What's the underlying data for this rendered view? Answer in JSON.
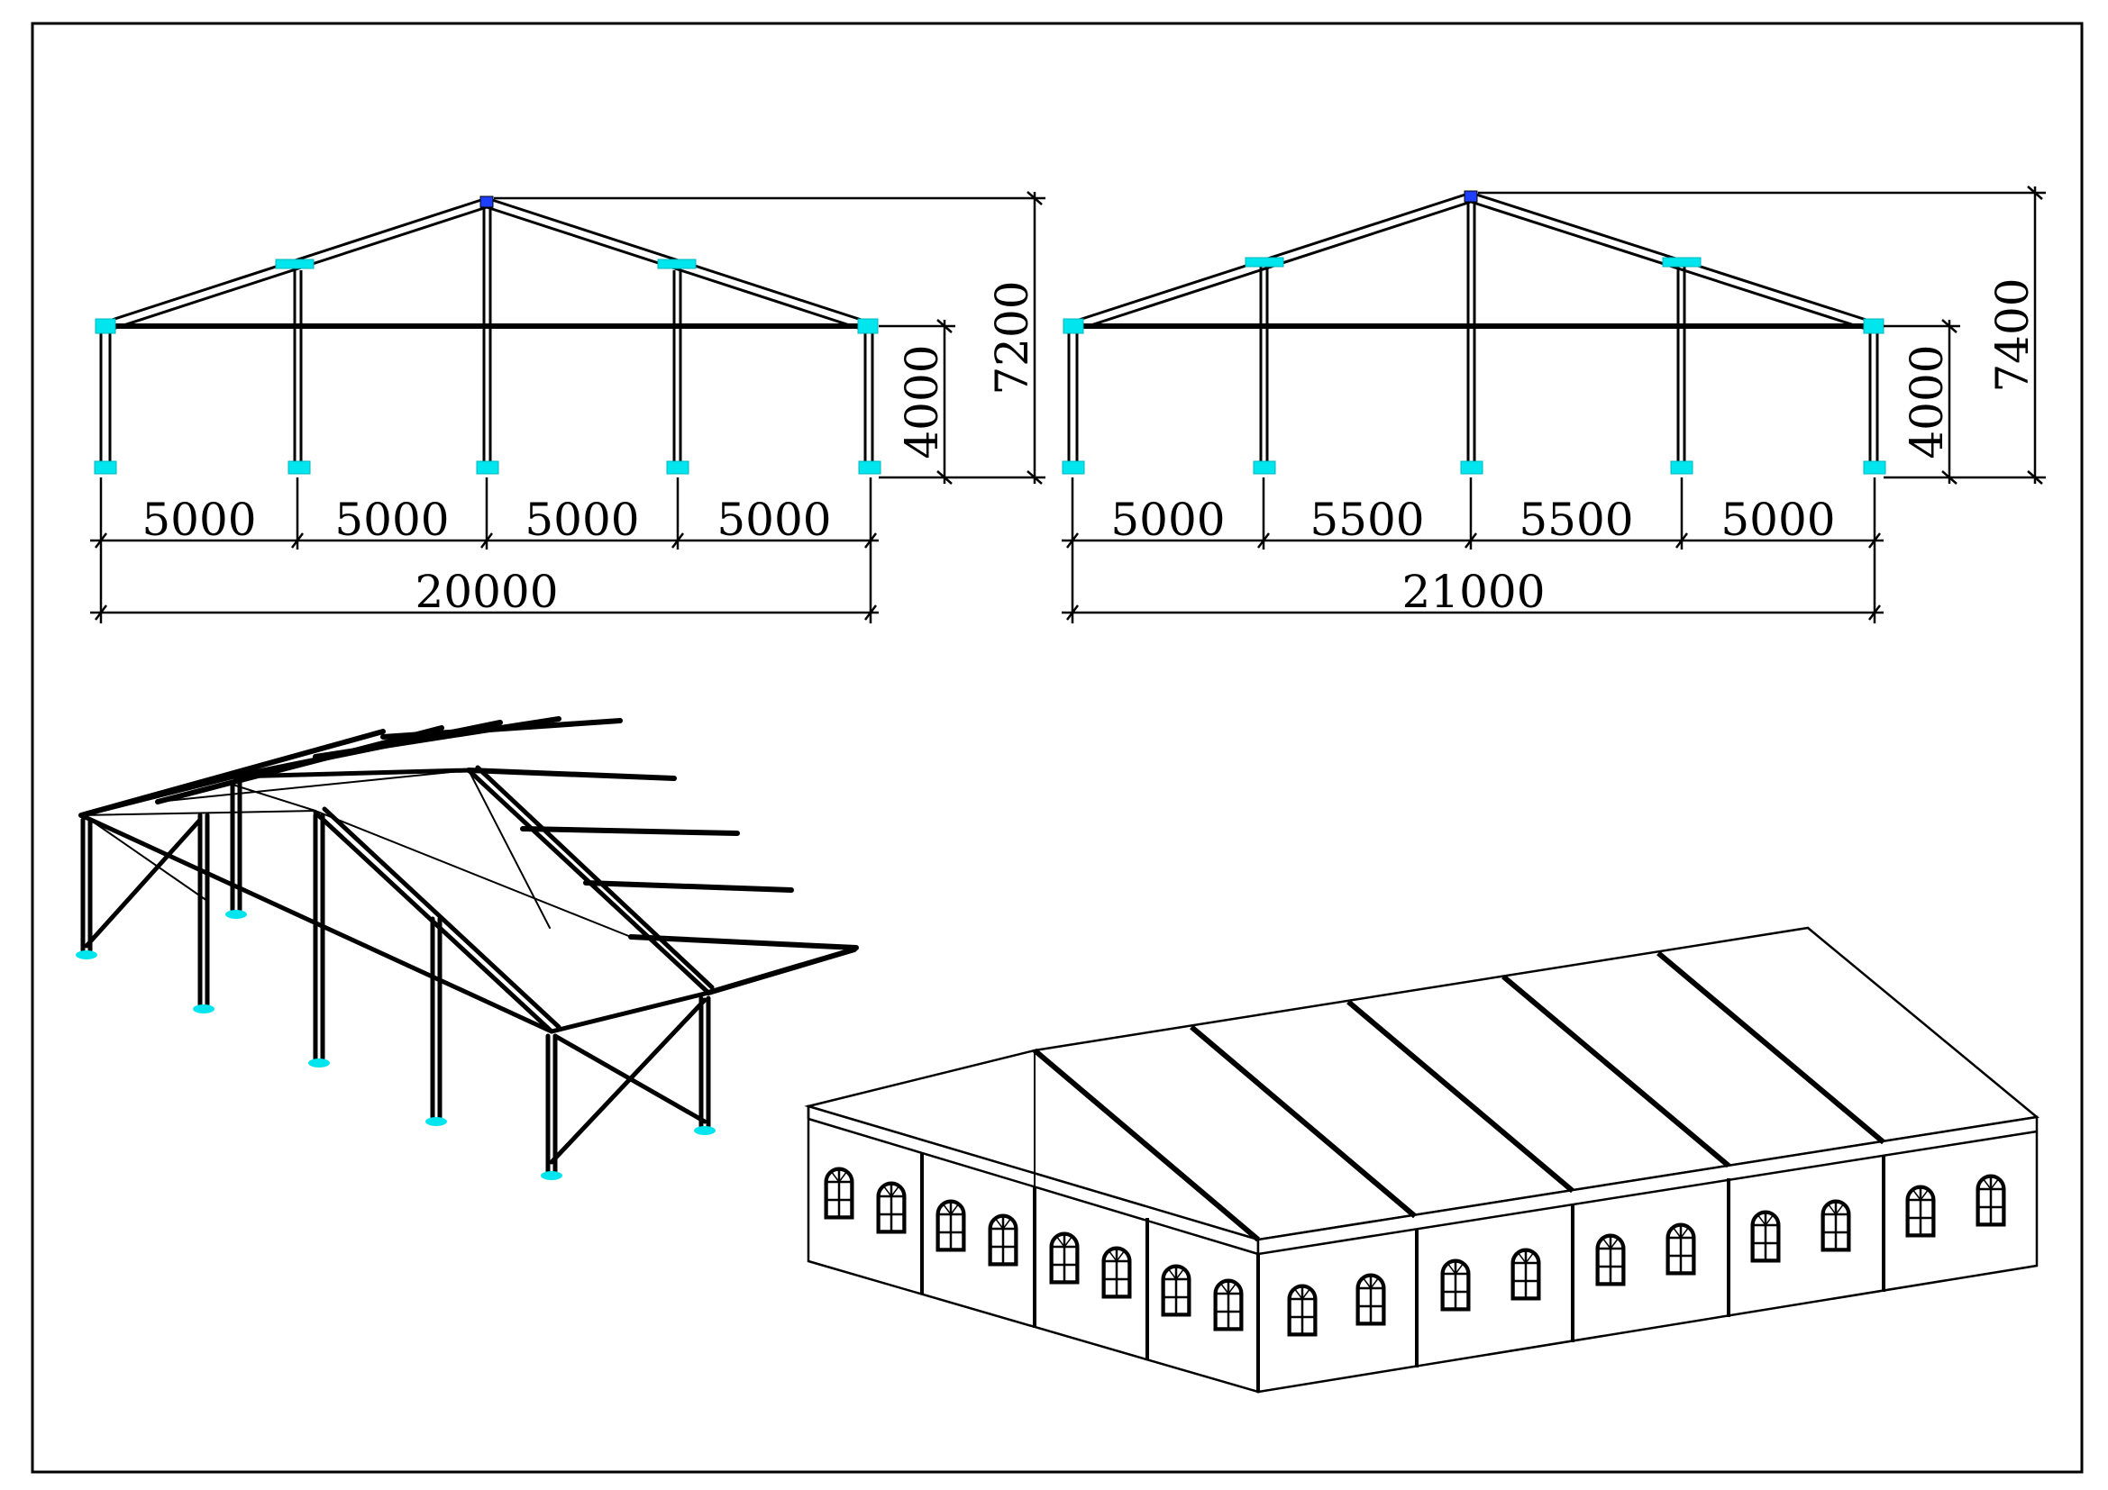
{
  "drawing": {
    "colors": {
      "line": "#000000",
      "fitting": "#00e5ee",
      "apex": "#1f3fff",
      "background": "#ffffff"
    },
    "elevation_a": {
      "bay_widths": [
        "5000",
        "5000",
        "5000",
        "5000"
      ],
      "total_span": "20000",
      "eave_height": "4000",
      "ridge_height": "7200"
    },
    "elevation_b": {
      "bay_widths": [
        "5000",
        "5500",
        "5500",
        "5000"
      ],
      "total_span": "21000",
      "eave_height": "4000",
      "ridge_height": "7400"
    },
    "frame_3d": {
      "icon": "tent-frame-isometric"
    },
    "tent_3d": {
      "icon": "closed-tent-with-arched-windows"
    }
  }
}
